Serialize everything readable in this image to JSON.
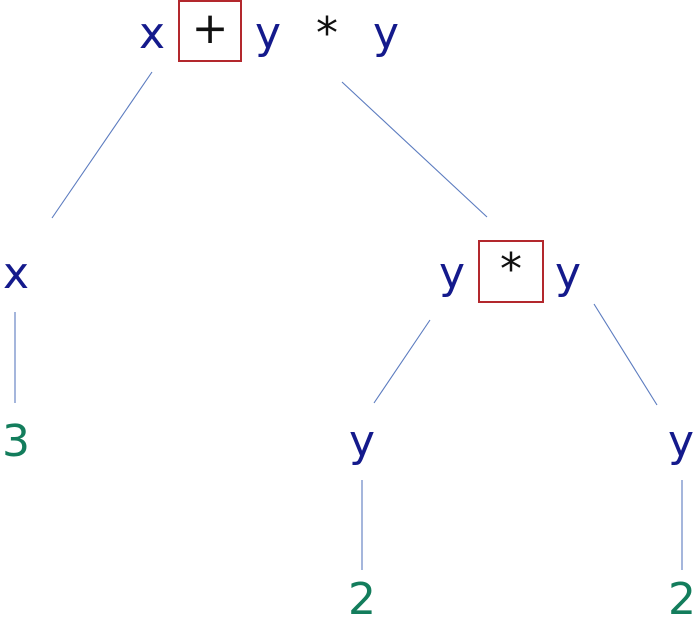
{
  "root": {
    "tokens": [
      "x",
      "+",
      "y",
      "*",
      "y"
    ],
    "active_operator": "+"
  },
  "left_child": {
    "tokens": [
      "x"
    ]
  },
  "left_leaf": {
    "value": "3"
  },
  "right_child": {
    "tokens": [
      "y",
      "*",
      "y"
    ],
    "active_operator": "*"
  },
  "right_left_child": {
    "tokens": [
      "y"
    ]
  },
  "right_left_leaf": {
    "value": "2"
  },
  "right_right_child": {
    "tokens": [
      "y"
    ]
  },
  "right_right_leaf": {
    "value": "2"
  },
  "colors": {
    "variable": "#141a8c",
    "number": "#137d5c",
    "operator": "#111111",
    "highlight_border": "#b3282d",
    "edge": "#5b7bbf"
  }
}
